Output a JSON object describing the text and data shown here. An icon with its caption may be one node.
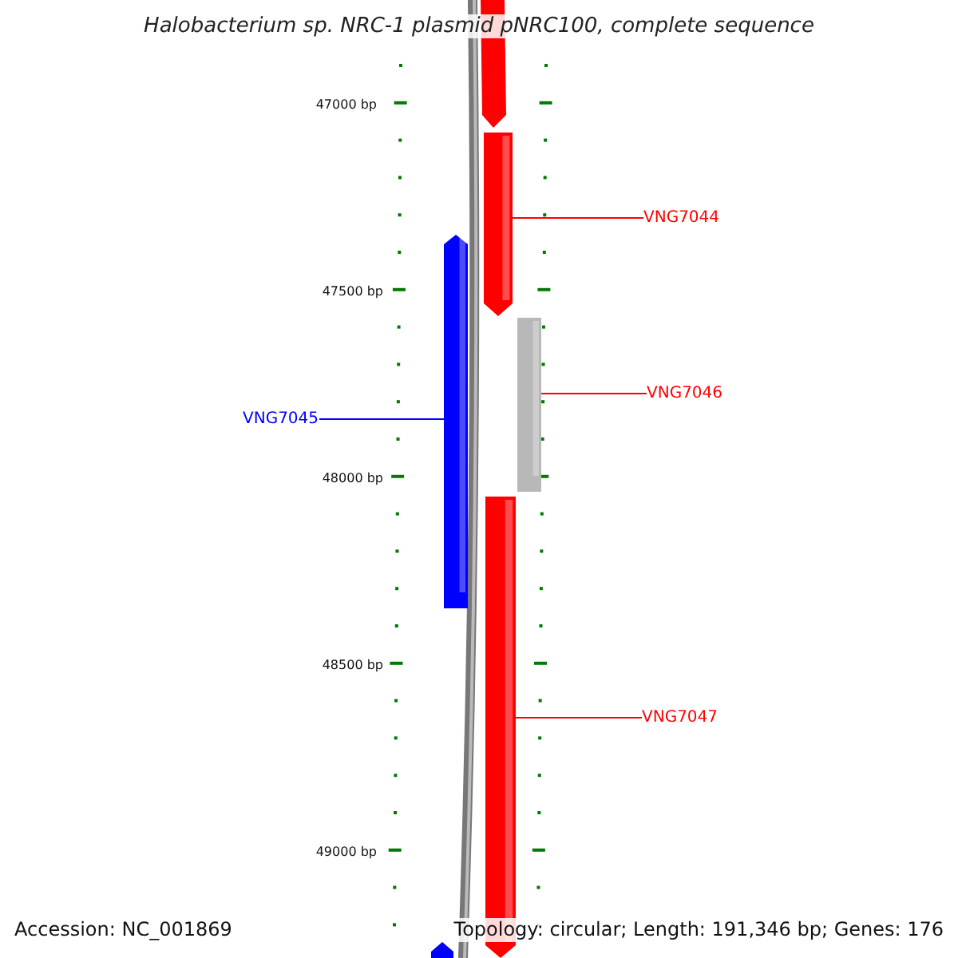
{
  "diagram": {
    "title": "Halobacterium sp. NRC-1 plasmid pNRC100, complete sequence",
    "nodes": [
      {
        "text": [
          "VNG7044"
        ]
      },
      {
        "text": [],
        "shape": "bar"
      },
      {
        "text": [
          "VNG7046"
        ]
      },
      {
        "text": [],
        "shape": "bar"
      },
      {
        "text": [
          "VNG7045"
        ]
      },
      {
        "text": [],
        "shape": "bar"
      },
      {
        "text": [
          "VNG7047"
        ]
      },
      {
        "text": [],
        "shape": "bar"
      }
    ],
    "edges": [
      {
        "from": 0,
        "to": 1,
        "arrow": "none"
      },
      {
        "from": 2,
        "to": 3,
        "arrow": "none"
      },
      {
        "from": 4,
        "to": 5,
        "arrow": "none",
        "color": "#0000ff"
      },
      {
        "from": 6,
        "to": 7,
        "arrow": "none"
      }
    ],
    "labels": [
      "47000 bp",
      "47500 bp",
      "48000 bp",
      "48500 bp",
      "49000 bp",
      "Accession: NC_001869",
      "Topology: circular; Length: 191,346 bp; Genes: 176"
    ]
  }
}
